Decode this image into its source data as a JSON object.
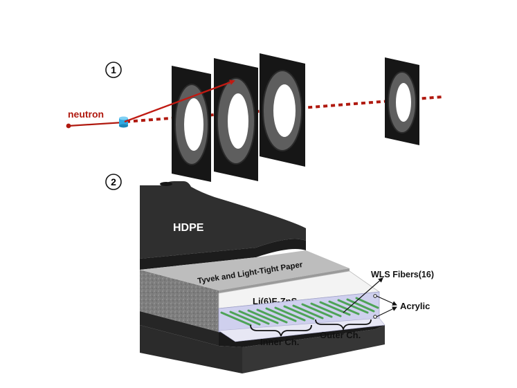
{
  "panel1": {
    "step_number": "1",
    "particle_label": "neutron",
    "colors": {
      "beam": "#b0190f",
      "scatter": "#c01a12",
      "target": "#2ea8e0",
      "frame": "#161616",
      "ring": "#606060"
    }
  },
  "panel2": {
    "step_number": "2",
    "labels": {
      "hdpe": "HDPE",
      "wrap": "Tyvek and Light-Tight Paper",
      "scintillator": "Li(6)F-ZnS",
      "fibers": "WLS Fibers(16)",
      "acrylic": "Acrylic",
      "inner_channel": "Inner Ch.",
      "outer_channel": "Outer Ch."
    },
    "colors": {
      "hdpe": "#2f2f2f",
      "wrap": "#bdbdbd",
      "scintillator": "#f3f3f3",
      "acrylic": "#cfd0ee",
      "fiber": "#4ea357"
    }
  }
}
